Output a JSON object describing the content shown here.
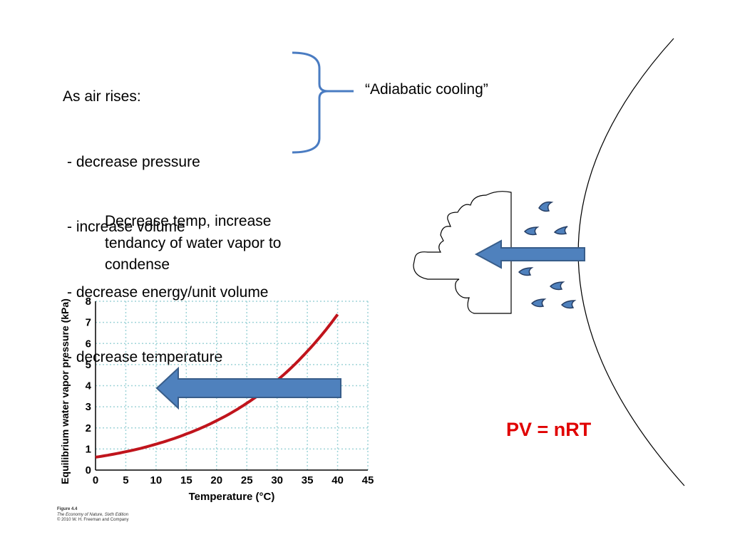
{
  "notes": {
    "header": "As air rises:",
    "items": [
      "- decrease pressure",
      "- increase volume",
      "- decrease energy/unit volume",
      "- decrease temperature"
    ],
    "bracket_label": "“Adiabatic cooling”",
    "condense_text": "Decrease temp, increase tendancy of water vapor to condense",
    "equation": "PV = nRT"
  },
  "colors": {
    "bracket": "#4a7cc2",
    "arrow_fill": "#4f81bd",
    "arrow_stroke": "#385d8a",
    "curve": "#c0141c",
    "grid": "#9fd4d8",
    "equation": "#e00000"
  },
  "figure": {
    "caption_line1": "Figure 4.4",
    "caption_line2": "The Economy of Nature, Sixth Edition",
    "caption_line3": "© 2010 W. H. Freeman and Company"
  },
  "chart_data": {
    "type": "line",
    "title": "",
    "xlabel": "Temperature (°C)",
    "ylabel": "Equilibrium water vapor pressure (kPa)",
    "xlim": [
      0,
      45
    ],
    "ylim": [
      0,
      8
    ],
    "xticks": [
      0,
      5,
      10,
      15,
      20,
      25,
      30,
      35,
      40,
      45
    ],
    "yticks": [
      0,
      1,
      2,
      3,
      4,
      5,
      6,
      7,
      8
    ],
    "grid": true,
    "legend": "none",
    "series": [
      {
        "x": [
          0,
          5,
          10,
          15,
          20,
          25,
          30,
          35,
          40
        ],
        "y": [
          0.61,
          0.87,
          1.23,
          1.71,
          2.34,
          3.17,
          4.25,
          5.63,
          7.38
        ]
      }
    ]
  }
}
